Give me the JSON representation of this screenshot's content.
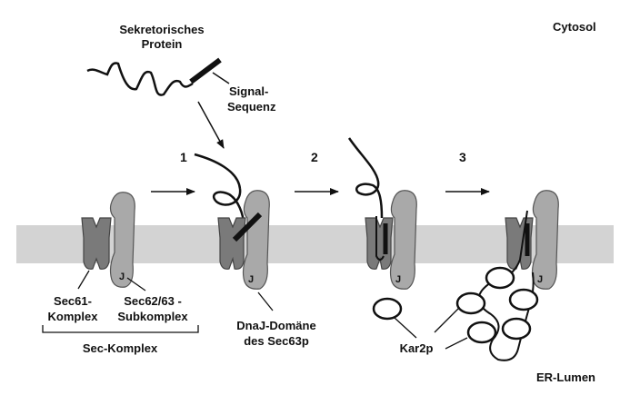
{
  "labels": {
    "cytosol": "Cytosol",
    "er_lumen": "ER-Lumen",
    "secretory_protein_line1": "Sekretorisches",
    "secretory_protein_line2": "Protein",
    "signal_sequence_line1": "Signal-",
    "signal_sequence_line2": "Sequenz",
    "sec61_line1": "Sec61-",
    "sec61_line2": "Komplex",
    "sec6263_line1": "Sec62/63 -",
    "sec6263_line2": "Subkomplex",
    "sec_complex": "Sec-Komplex",
    "dnaj_line1": "DnaJ-Domäne",
    "dnaj_line2": "des Sec63p",
    "kar2p": "Kar2p",
    "j_label": "J"
  },
  "steps": [
    "1",
    "2",
    "3"
  ],
  "colors": {
    "membrane": "#d3d3d3",
    "sec61": "#7a7a7a",
    "sec6263": "#a9a9a9",
    "line": "#111111"
  }
}
